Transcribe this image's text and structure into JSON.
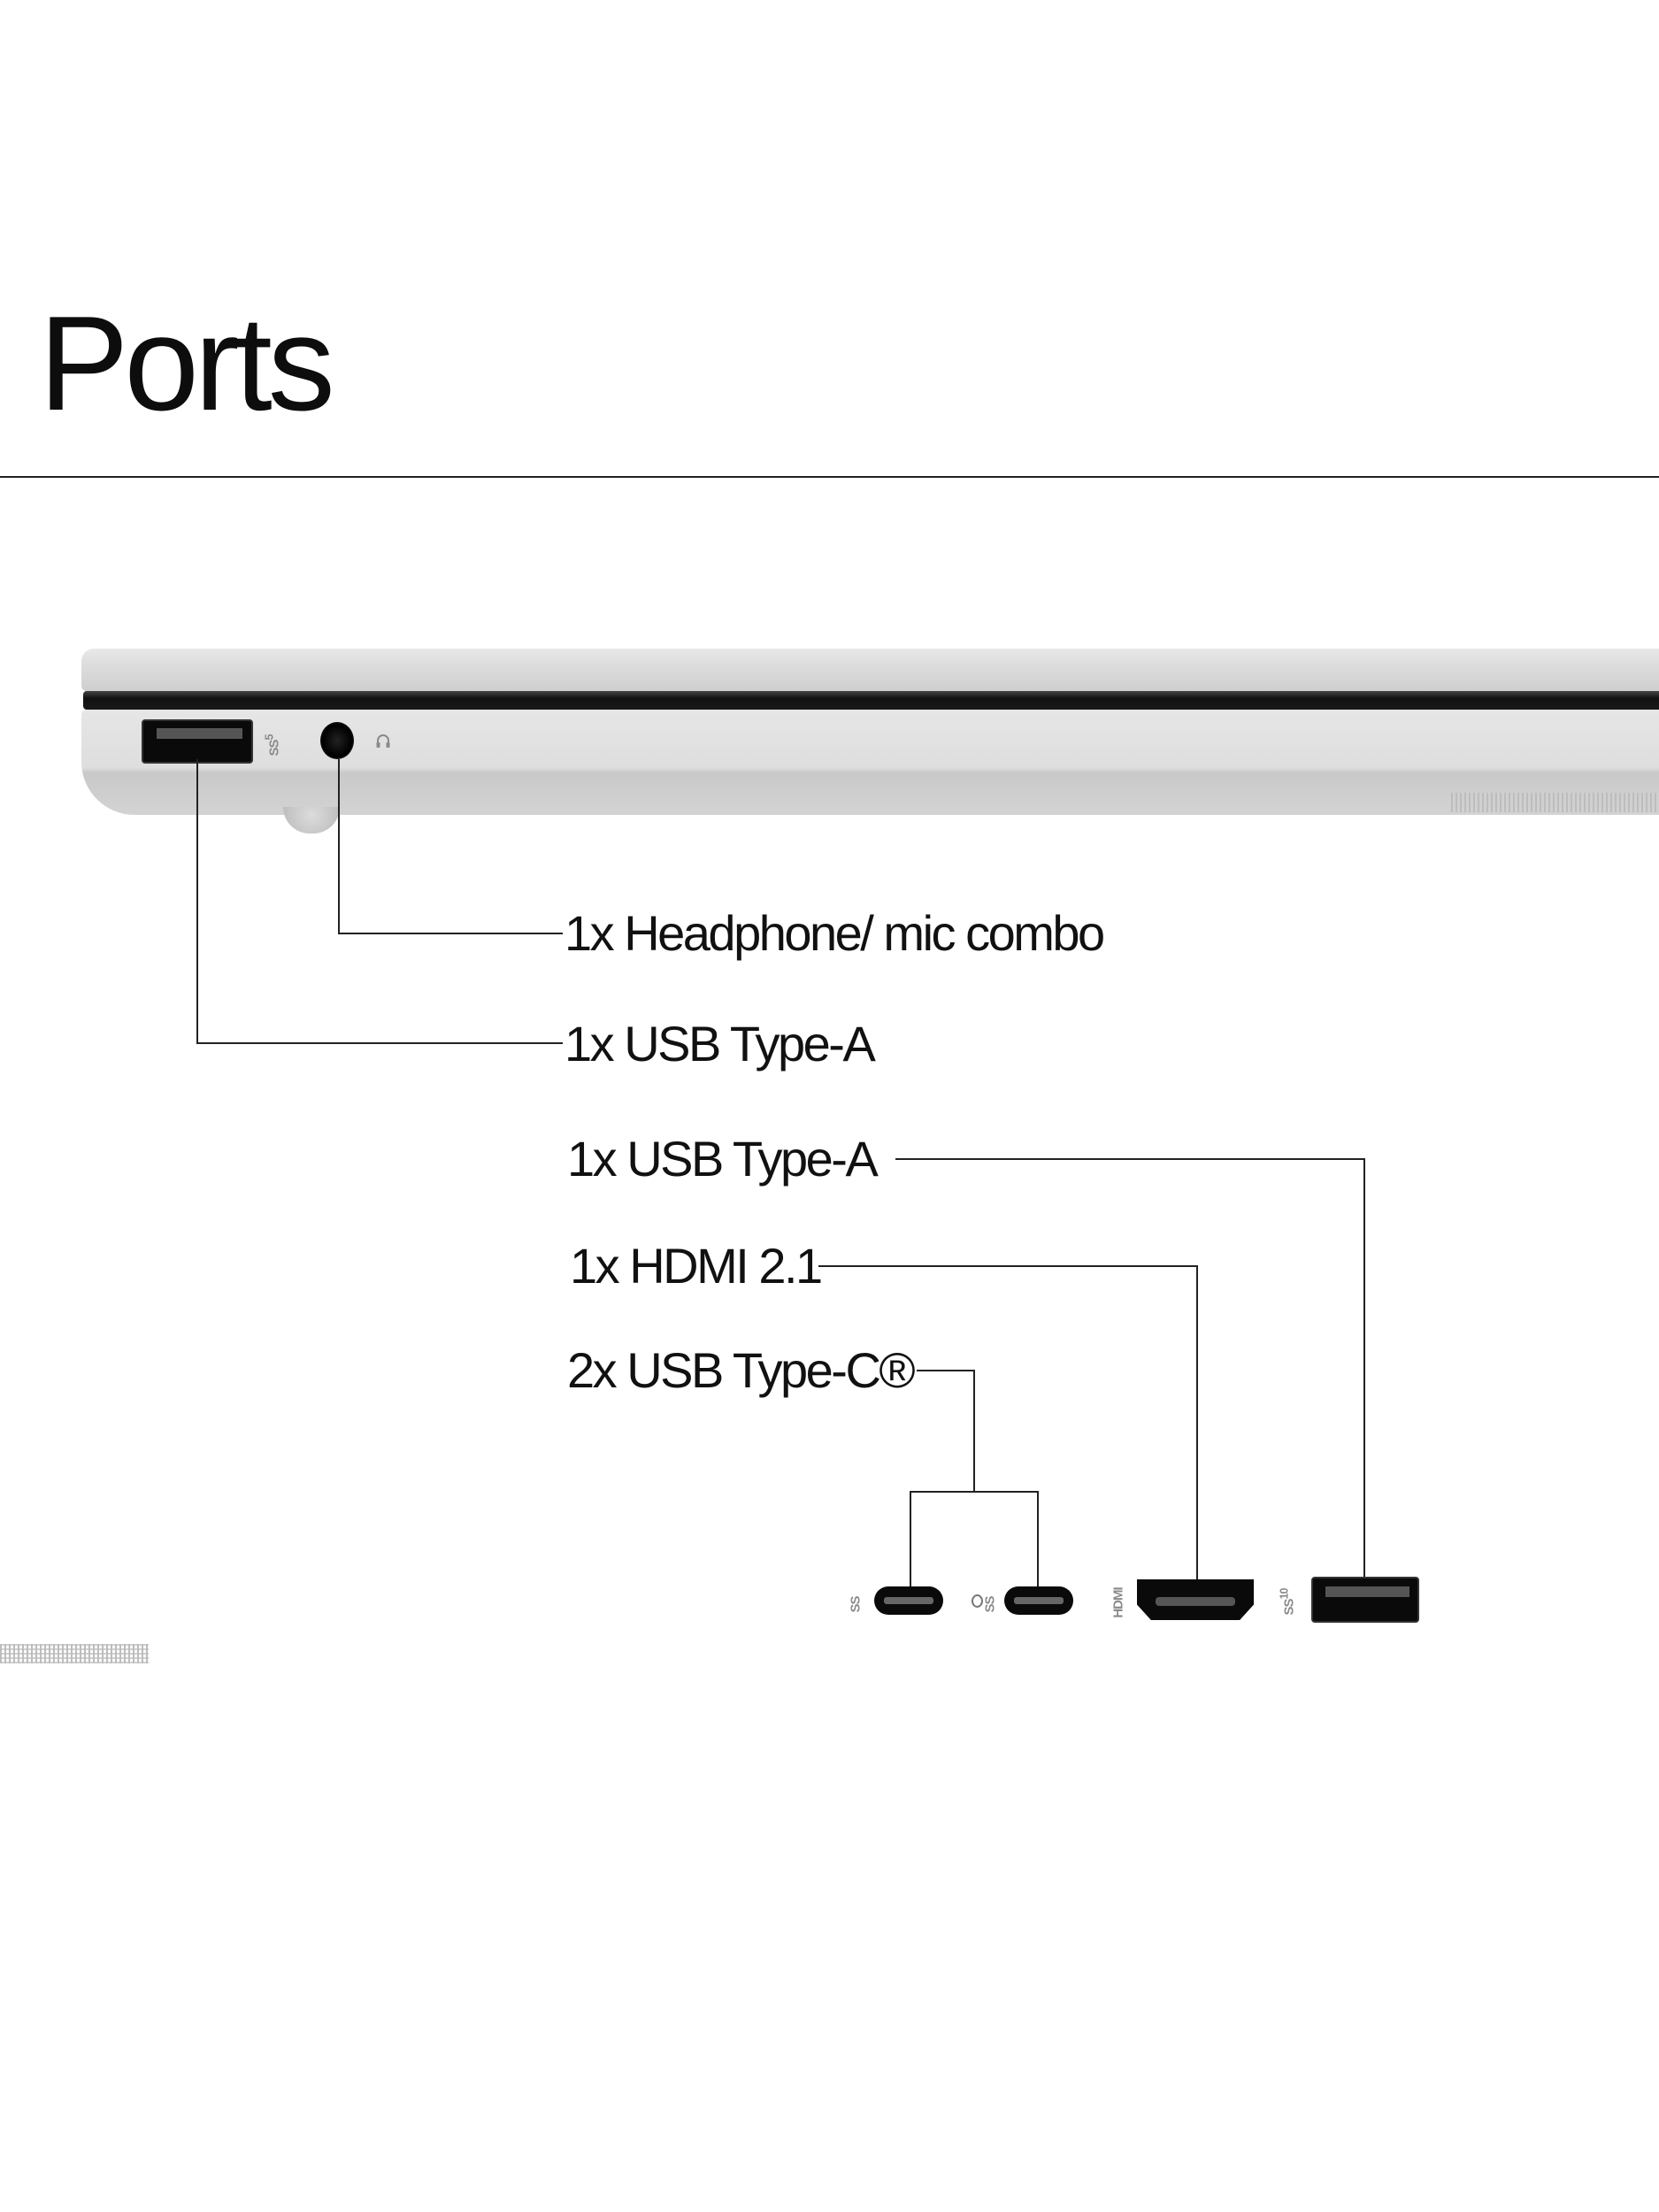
{
  "header": {
    "title": "Ports"
  },
  "left_side": {
    "callouts": [
      {
        "label": "1x Headphone/ mic combo",
        "port": "audio-jack"
      },
      {
        "label": "1x USB Type-A",
        "port": "usb-a-left"
      }
    ],
    "markings": {
      "usb_a_speed": "5",
      "usb_a_ss": "SS"
    }
  },
  "right_side": {
    "callouts": [
      {
        "label": "1x USB Type-A",
        "port": "usb-a-right"
      },
      {
        "label": "1x HDMI 2.1",
        "port": "hdmi"
      },
      {
        "label": "2x USB Type-C®",
        "port": "usb-c-pair"
      }
    ],
    "markings": {
      "usbc_ss": "SS",
      "hdmi": "HDMI",
      "usb_a_speed": "10",
      "usb_a_ss": "SS"
    }
  },
  "colors": {
    "text": "#111111",
    "chassis": "#dcdcdc",
    "port": "#0a0a0a"
  }
}
